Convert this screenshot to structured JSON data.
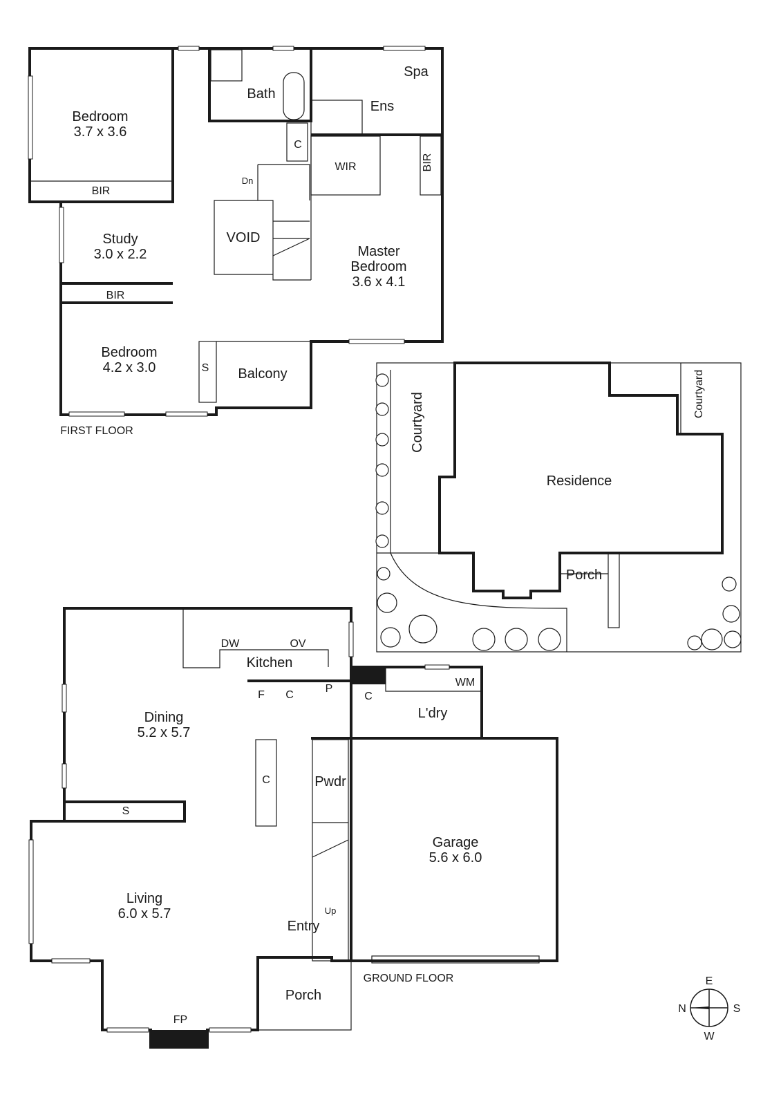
{
  "first_floor": {
    "title": "FIRST FLOOR",
    "rooms": [
      {
        "name": "Bedroom",
        "dims": "3.7 x 3.6"
      },
      {
        "name": "Study",
        "dims": "3.0 x 2.2"
      },
      {
        "name": "Bedroom",
        "dims": "4.2 x 3.0"
      },
      {
        "name": "Master",
        "name2": "Bedroom",
        "dims": "3.6 x 4.1"
      }
    ],
    "labels": {
      "bir1": "BIR",
      "bir2": "BIR",
      "bir3": "BIR",
      "bath": "Bath",
      "ens": "Ens",
      "spa": "Spa",
      "wir": "WIR",
      "c": "C",
      "dn": "Dn",
      "void": "VOID",
      "s": "S",
      "balcony": "Balcony"
    }
  },
  "site_plan": {
    "labels": {
      "courtyard1": "Courtyard",
      "courtyard2": "Courtyard",
      "residence": "Residence",
      "porch": "Porch"
    }
  },
  "ground_floor": {
    "title": "GROUND FLOOR",
    "rooms": [
      {
        "name": "Dining",
        "dims": "5.2 x 5.7"
      },
      {
        "name": "Living",
        "dims": "6.0 x 5.7"
      },
      {
        "name": "Garage",
        "dims": "5.6 x 6.0"
      }
    ],
    "labels": {
      "kitchen": "Kitchen",
      "dw": "DW",
      "ov": "OV",
      "f": "F",
      "c1": "C",
      "p": "P",
      "c2": "C",
      "wm": "WM",
      "ldry": "L'dry",
      "c3": "C",
      "pwdr": "Pwdr",
      "s": "S",
      "up": "Up",
      "entry": "Entry",
      "porch": "Porch",
      "fp": "FP"
    }
  },
  "compass": {
    "n": "N",
    "e": "E",
    "s": "S",
    "w": "W"
  }
}
